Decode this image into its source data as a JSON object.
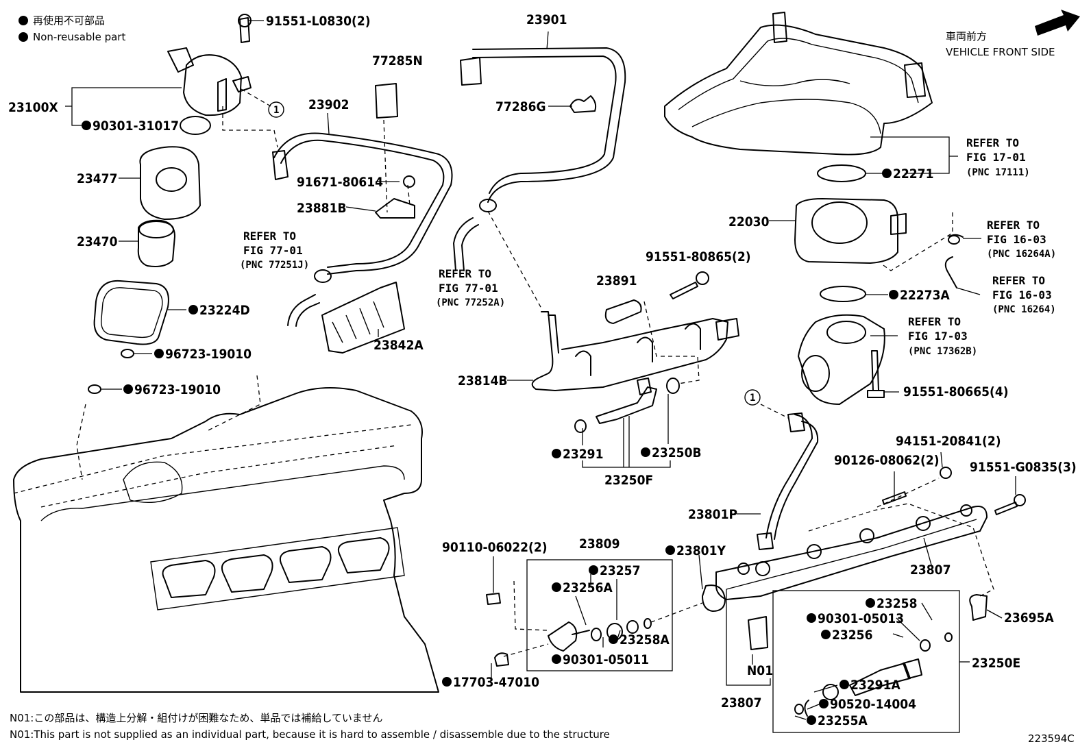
{
  "legend": {
    "jp": "再使用不可部品",
    "en": "Non-reusable part"
  },
  "front": {
    "jp": "車両前方",
    "en": "VEHICLE FRONT SIDE"
  },
  "labels": {
    "p91551_L0830": "91551-L0830(2)",
    "p23100X": "23100X",
    "p90301_31017": "90301-31017",
    "p23477": "23477",
    "p23470": "23470",
    "p23224D": "23224D",
    "p96723_a": "96723-19010",
    "p96723_b": "96723-19010",
    "p77285N": "77285N",
    "p23902": "23902",
    "p91671": "91671-80614",
    "p23881B": "23881B",
    "p23842A": "23842A",
    "p23901": "23901",
    "p77286G": "77286G",
    "p91551_80865": "91551-80865(2)",
    "p23891": "23891",
    "p23814B": "23814B",
    "p23291": "23291",
    "p23250B": "23250B",
    "p23250F": "23250F",
    "p22030": "22030",
    "p22271": "22271",
    "p22273A": "22273A",
    "p91551_80665": "91551-80665(4)",
    "p94151": "94151-20841(2)",
    "p90126": "90126-08062(2)",
    "p91551_G0835": "91551-G0835(3)",
    "p23801P": "23801P",
    "p23801Y": "23801Y",
    "p23807a": "23807",
    "p23807b": "23807",
    "p23695A": "23695A",
    "p90110": "90110-06022(2)",
    "p23809": "23809",
    "p23257": "23257",
    "p23256A": "23256A",
    "p23258A": "23258A",
    "p90301_05011": "90301-05011",
    "p17703": "17703-47010",
    "p23258": "23258",
    "p90301_05013": "90301-05013",
    "p23256": "23256",
    "p23250E": "23250E",
    "p23291A": "23291A",
    "p90520": "90520-14004",
    "p23255A": "23255A",
    "pN01": "N01",
    "circle1a": "1",
    "circle1b": "1"
  },
  "refers": {
    "r1": {
      "l1": "REFER TO",
      "l2": "FIG 77-01",
      "l3": "(PNC 77251J)"
    },
    "r2": {
      "l1": "REFER TO",
      "l2": "FIG 77-01",
      "l3": "(PNC 77252A)"
    },
    "r3": {
      "l1": "REFER TO",
      "l2": "FIG 17-01",
      "l3": "(PNC 17111)"
    },
    "r4": {
      "l1": "REFER TO",
      "l2": "FIG 16-03",
      "l3": "(PNC 16264A)"
    },
    "r5": {
      "l1": "REFER TO",
      "l2": "FIG 16-03",
      "l3": "(PNC 16264)"
    },
    "r6": {
      "l1": "REFER TO",
      "l2": "FIG 17-03",
      "l3": "(PNC 17362B)"
    }
  },
  "notes": {
    "jp": "N01:この部品は、構造上分解・組付けが困難なため、単品では補給していません",
    "en": "N01:This part is not supplied as an individual part, because it is hard to assemble / disassemble due to the structure"
  },
  "figure_id": "223594C",
  "icons": [
    "bullet-icon",
    "direction-arrow-icon",
    "reference-circle-icon"
  ]
}
